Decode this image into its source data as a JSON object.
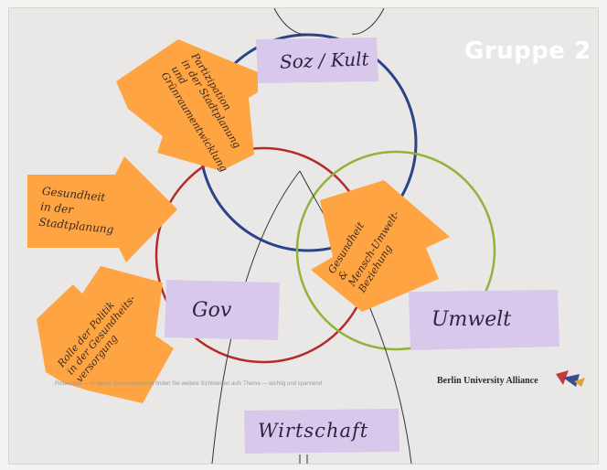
{
  "title": "Gruppe 2",
  "labels": {
    "soz_kult": "Soz / Kult",
    "gov": "Gov",
    "umwelt": "Umwelt",
    "wirtschaft": "Wirtschaft"
  },
  "notes": {
    "partizipation": "Partizipation\nin der Stadtplanung\nund\nGrünraumentwicklung",
    "gesundheit_stadt": "Gesundheit\nin der\nStadtplanung",
    "rolle_politik": "Rolle der Politik\nin der Gesundheits-\nversorgung",
    "gesundheit_umwelt": "Gesundheit\n&\nMensch-Umwelt-\nBeziehung"
  },
  "brand": "Berlin University Alliance",
  "footer_text": "Posterrand — In dieser Zusammenarbeit finden Sie weitere Sichtweisen aufs Thema — wichtig und spannend",
  "colors": {
    "note": "#ffa443",
    "label_paper": "#d8c8ec",
    "circle_blue": "#2a4488",
    "circle_red": "#b52a2a",
    "circle_green": "#93b23b"
  }
}
